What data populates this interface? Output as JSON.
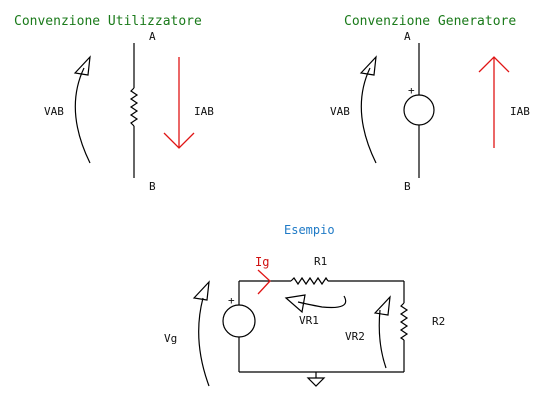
{
  "panels": {
    "user": {
      "title": "Convenzione Utilizzatore",
      "node_a": "A",
      "node_b": "B",
      "voltage": "VAB",
      "current": "IAB"
    },
    "generator": {
      "title": "Convenzione Generatore",
      "node_a": "A",
      "node_b": "B",
      "voltage": "VAB",
      "current": "IAB",
      "plus": "+"
    },
    "example": {
      "title": "Esempio",
      "current": "Ig",
      "r1": "R1",
      "r2": "R2",
      "vr1": "VR1",
      "vr2": "VR2",
      "vg": "Vg",
      "plus": "+"
    }
  },
  "colors": {
    "title_green": "#1a7a1a",
    "title_blue": "#1f7ac6",
    "current_red": "#e01515",
    "wire": "#000000"
  },
  "icons": [
    "resistor-icon",
    "voltage-source-icon",
    "ground-icon",
    "voltage-arrow-icon",
    "current-arrow-icon"
  ]
}
